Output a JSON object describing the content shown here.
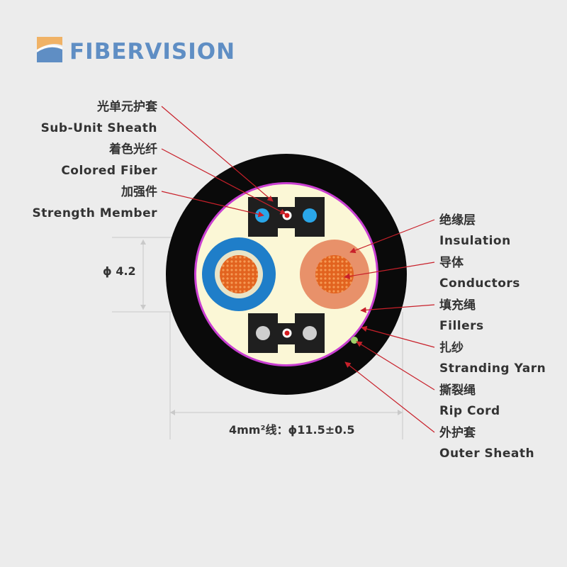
{
  "brand": {
    "name": "FIBERVISION",
    "colors": {
      "logo_blue": "#5f8ec4",
      "logo_orange": "#f0b266"
    }
  },
  "left_labels": {
    "subunit_sheath_cn": "光单元护套",
    "subunit_sheath_en": "Sub-Unit Sheath",
    "colored_fiber_cn": "着色光纤",
    "colored_fiber_en": "Colored Fiber",
    "strength_member_cn": "加强件",
    "strength_member_en": "Strength Member"
  },
  "right_labels": {
    "insulation_cn": "绝缘层",
    "insulation_en": "Insulation",
    "conductors_cn": "导体",
    "conductors_en": "Conductors",
    "fillers_cn": "填充绳",
    "fillers_en": "Fillers",
    "stranding_yarn_cn": "扎纱",
    "stranding_yarn_en": "Stranding Yarn",
    "rip_cord_cn": "撕裂绳",
    "rip_cord_en": "Rip Cord",
    "outer_sheath_cn": "外护套",
    "outer_sheath_en": "Outer Sheath"
  },
  "dimensions": {
    "conductor_diameter": "ϕ 4.2",
    "cable_diameter": "4mm²线：ϕ11.5±0.5"
  },
  "colors": {
    "outer_sheath": "#0a0a0a",
    "stranding_yarn": "#c93fd1",
    "filler": "#fbf7d6",
    "subunit": "#1f1f1f",
    "insulation_blue": "#1f7ec9",
    "insulation_orange": "#e8916a",
    "conductor": "#e2631f",
    "fiber_blue": "#2aa6e8",
    "fiber_grey": "#cfcfcf",
    "fiber_red": "#d51a1f",
    "rip_cord": "#9ed26a",
    "leader": "#c8202a"
  }
}
